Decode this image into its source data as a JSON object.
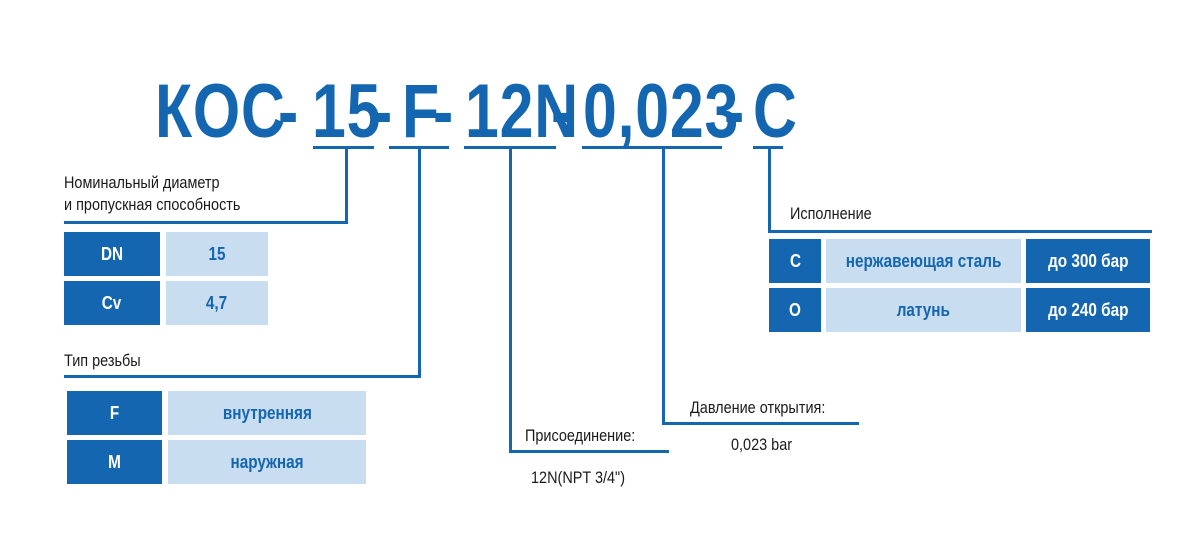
{
  "code": {
    "parts": [
      "КОС",
      "-",
      "15",
      "-",
      "F",
      "-",
      "12N",
      "-",
      "0,023",
      "-",
      "C"
    ]
  },
  "diameter": {
    "label_line1": "Номинальный диаметр",
    "label_line2": "и пропускная способность",
    "rows": [
      {
        "key": "DN",
        "value": "15"
      },
      {
        "key": "Cv",
        "value": "4,7"
      }
    ]
  },
  "thread": {
    "label": "Тип резьбы",
    "rows": [
      {
        "key": "F",
        "value": "внутренняя"
      },
      {
        "key": "M",
        "value": "наружная"
      }
    ]
  },
  "connection": {
    "label": "Присоединение:",
    "value": "12N(NPT 3/4\")"
  },
  "pressure": {
    "label": "Давление открытия:",
    "value": "0,023 bar"
  },
  "material": {
    "label": "Исполнение",
    "rows": [
      {
        "key": "C",
        "value": "нержавеющая сталь",
        "pressure": "до 300 бар"
      },
      {
        "key": "O",
        "value": "латунь",
        "pressure": "до 240 бар"
      }
    ]
  },
  "colors": {
    "accent": "#1466b0",
    "cell_light": "#c8ddef",
    "text": "#1a1a1a"
  }
}
